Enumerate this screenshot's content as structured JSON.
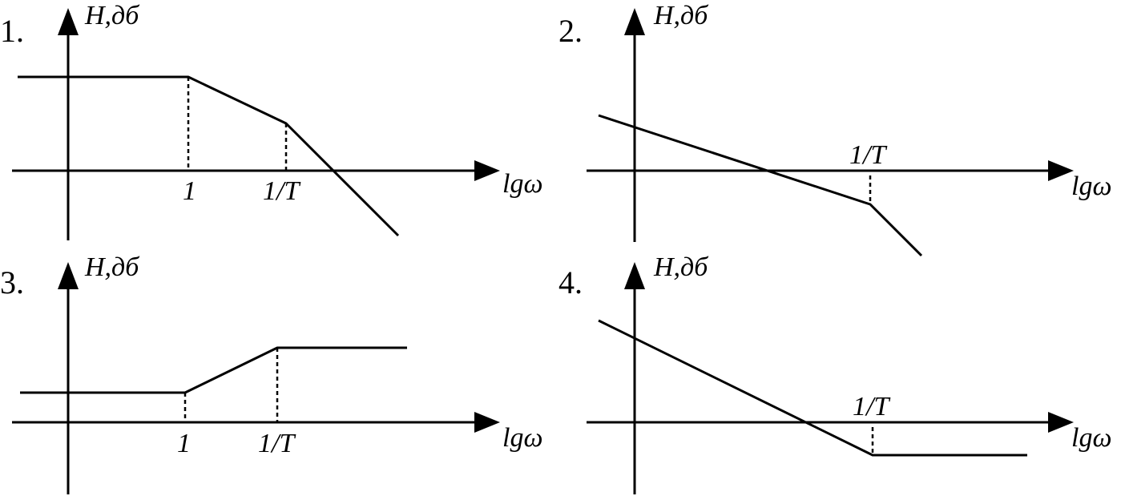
{
  "panels": [
    {
      "number": "1.",
      "y_axis_label": "H,дб",
      "x_axis_label": "lgω",
      "tick_labels": [
        "1",
        "1/T"
      ]
    },
    {
      "number": "2.",
      "y_axis_label": "H,дб",
      "x_axis_label": "lgω",
      "tick_labels": [
        "1/T"
      ]
    },
    {
      "number": "3.",
      "y_axis_label": "H,дб",
      "x_axis_label": "lgω",
      "tick_labels": [
        "1",
        "1/T"
      ]
    },
    {
      "number": "4.",
      "y_axis_label": "H,дб",
      "x_axis_label": "lgω",
      "tick_labels": [
        "1/T"
      ]
    }
  ]
}
